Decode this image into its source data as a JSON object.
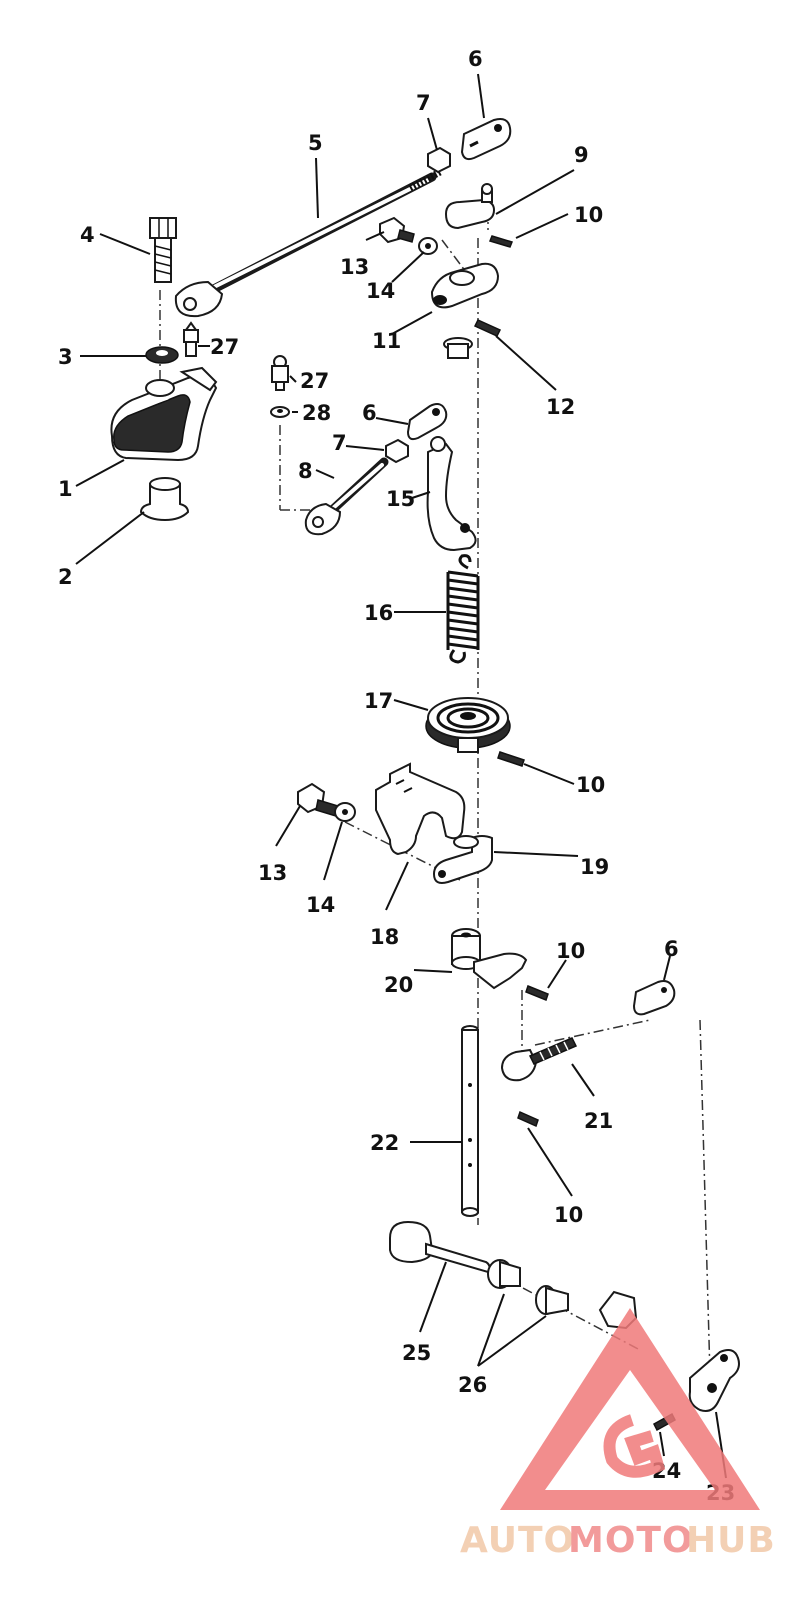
{
  "labels": {
    "l1": "1",
    "l2": "2",
    "l3": "3",
    "l4": "4",
    "l5": "5",
    "l6a": "6",
    "l6b": "6",
    "l6c": "6",
    "l7a": "7",
    "l7b": "7",
    "l8": "8",
    "l9": "9",
    "l10a": "10",
    "l10b": "10",
    "l10c": "10",
    "l10d": "10",
    "l11": "11",
    "l12": "12",
    "l13a": "13",
    "l13b": "13",
    "l14a": "14",
    "l14b": "14",
    "l15": "15",
    "l16": "16",
    "l17": "17",
    "l18": "18",
    "l19": "19",
    "l20": "20",
    "l21": "21",
    "l22": "22",
    "l23": "23",
    "l24": "24",
    "l25": "25",
    "l26": "26",
    "l27a": "27",
    "l27b": "27",
    "l28": "28"
  },
  "watermark": {
    "auto": "AUTO",
    "moto": "MOTO",
    "hub": "HUB",
    "colors": {
      "auto": "#f2c8a8",
      "moto": "#f08a8a",
      "hub": "#f2c8a8",
      "triangle": "#f07a7a"
    }
  }
}
